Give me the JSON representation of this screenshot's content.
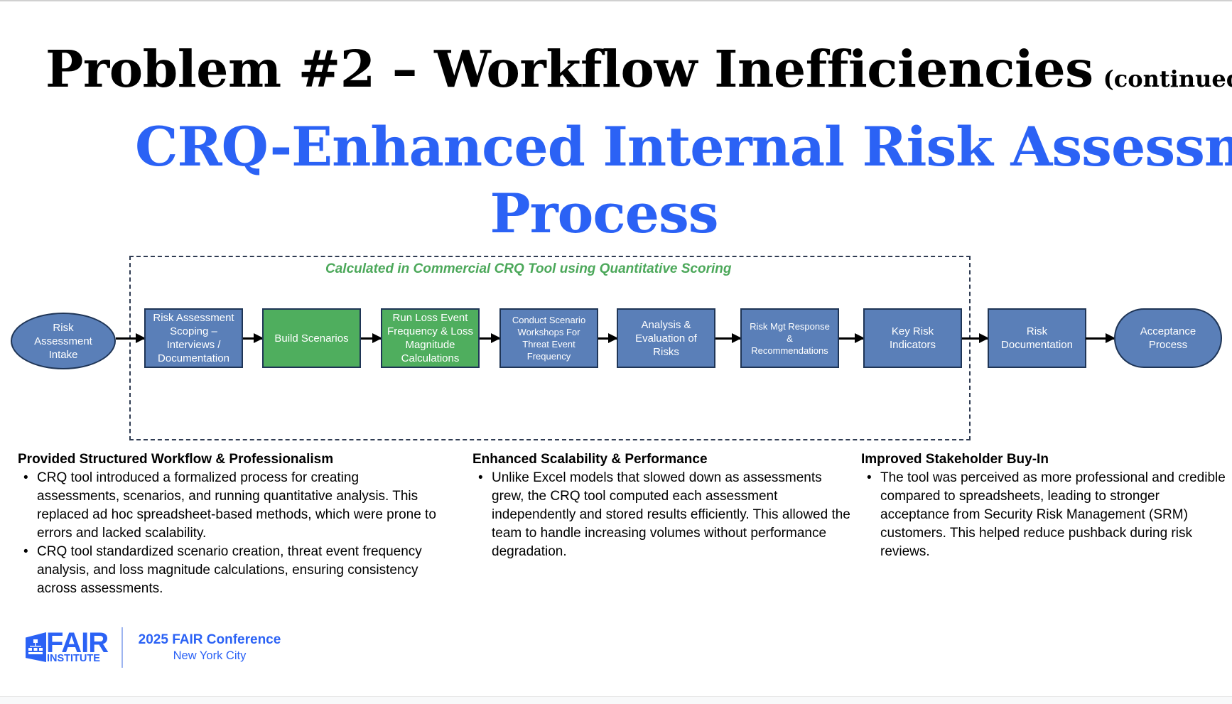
{
  "slide": {
    "title": "Problem #2 – Workflow Inefficiencies",
    "title_suffix": "(continued)",
    "subtitle_line1": "CRQ-Enhanced Internal Risk Assessment",
    "subtitle_line2": "Process",
    "colors": {
      "title": "#000000",
      "subtitle": "#2B62F5",
      "node_blue": "#5A7FB8",
      "node_green": "#4FAE5E",
      "calc_label": "#4CA85A",
      "dashed_border": "#2F3B52"
    }
  },
  "diagram": {
    "boundary_label": "Calculated in Commercial CRQ Tool using Quantitative Scoring",
    "nodes": [
      {
        "label": "Risk Assessment Intake",
        "shape": "ellipse",
        "color": "blue"
      },
      {
        "label": "Risk Assessment Scoping – Interviews / Documentation",
        "shape": "rect",
        "color": "blue"
      },
      {
        "label": "Build Scenarios",
        "shape": "rect",
        "color": "green"
      },
      {
        "label": "Run Loss Event Frequency & Loss Magnitude Calculations",
        "shape": "rect",
        "color": "green"
      },
      {
        "label": "Conduct Scenario Workshops For Threat Event Frequency",
        "shape": "rect",
        "color": "blue"
      },
      {
        "label": "Analysis & Evaluation of Risks",
        "shape": "rect",
        "color": "blue"
      },
      {
        "label": "Risk Mgt Response & Recommendations",
        "shape": "rect",
        "color": "blue"
      },
      {
        "label": "Key Risk Indicators",
        "shape": "rect",
        "color": "blue"
      },
      {
        "label": "Risk Documentation",
        "shape": "rect",
        "color": "blue"
      },
      {
        "label": "Acceptance Process",
        "shape": "terminator",
        "color": "blue"
      }
    ]
  },
  "sections": [
    {
      "heading": "Provided Structured Workflow & Professionalism",
      "bullets": [
        "CRQ tool introduced a formalized process for creating assessments, scenarios, and running quantitative analysis. This replaced ad hoc spreadsheet-based methods, which were prone to errors and lacked scalability.",
        "CRQ tool standardized scenario creation, threat event frequency analysis, and loss magnitude calculations, ensuring consistency across assessments."
      ]
    },
    {
      "heading": "Enhanced Scalability & Performance",
      "bullets": [
        "Unlike Excel models that slowed down as assessments grew, the CRQ tool computed each assessment independently and stored results efficiently. This allowed the team to handle increasing volumes without performance degradation."
      ]
    },
    {
      "heading": "Improved Stakeholder Buy-In",
      "bullets": [
        "The tool was perceived as more professional and credible compared to spreadsheets, leading to stronger acceptance from Security Risk Management (SRM) customers. This helped reduce pushback during risk reviews."
      ]
    }
  ],
  "bullet_glyph": "•",
  "footer": {
    "logo_main": "FAIR",
    "logo_sub": "INSTITUTE",
    "logo_icon": "org-chart-icon",
    "conference": "2025 FAIR Conference",
    "location": "New York City"
  }
}
